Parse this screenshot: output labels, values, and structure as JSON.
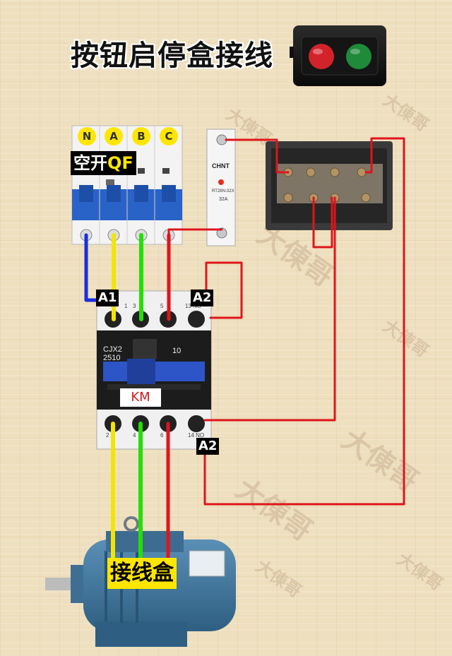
{
  "title": "按钮启停盒接线",
  "breaker": {
    "label_part1": "空开",
    "label_part2": "QF",
    "terminals": [
      "N",
      "A",
      "B",
      "C"
    ]
  },
  "fuse": {
    "brand": "CHNT",
    "model": "RT28N-32X",
    "rating": "32A"
  },
  "contactor": {
    "label": "KM",
    "model_line1": "CJX2",
    "model_line2": "2510",
    "rating": "10",
    "coil_a1": "A1",
    "coil_a2_top": "A2",
    "coil_a2_bottom": "A2",
    "top_terminal_nos": [
      "1",
      "3",
      "5",
      "13 NO"
    ],
    "bottom_terminal_nos": [
      "2",
      "4",
      "6",
      "14 NO"
    ]
  },
  "motor": {
    "label": "接线盒"
  },
  "watermark": "大倲哥",
  "colors": {
    "wire_yellow": "#f2e600",
    "wire_green": "#22e000",
    "wire_red": "#e0141c",
    "wire_blue": "#1a2ee0",
    "accent_yellow": "#ffe600"
  }
}
